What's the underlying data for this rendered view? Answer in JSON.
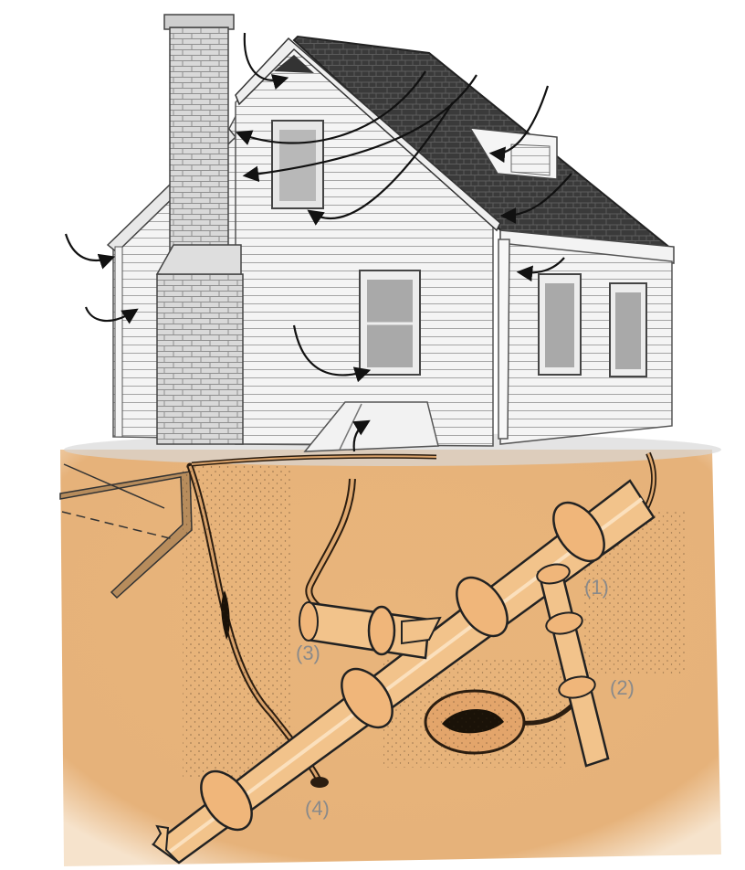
{
  "illustration": {
    "callouts": [
      {
        "id": "1",
        "label": "(1)"
      },
      {
        "id": "2",
        "label": "(2)"
      },
      {
        "id": "3",
        "label": "(3)"
      },
      {
        "id": "4",
        "label": "(4)"
      }
    ],
    "colors": {
      "sky": "#ffffff",
      "soil": "#e8b47a",
      "soil_edge": "#f1d3ae",
      "siding": "#f2f2f2",
      "siding_line": "#9a9a9a",
      "roof": "#3c3c3c",
      "brick": "#d6d6d6",
      "pipe": "#f3c38d",
      "ink": "#1a1a1a"
    },
    "icons": [
      "house-illustration",
      "chimney-icon",
      "arrow-icon",
      "pipe-icon",
      "crack-icon"
    ]
  }
}
